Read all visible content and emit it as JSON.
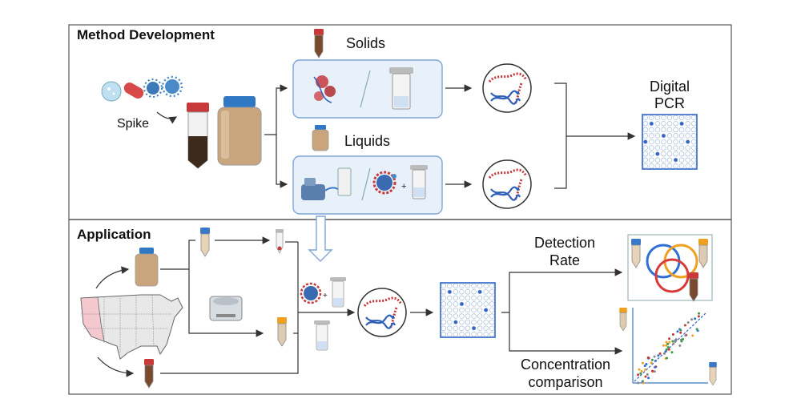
{
  "sections": {
    "top": {
      "title": "Method Development"
    },
    "bottom": {
      "title": "Application"
    }
  },
  "labels": {
    "spike": "Spike",
    "solids": "Solids",
    "liquids": "Liquids",
    "digital_pcr_line1": "Digital",
    "digital_pcr_line2": "PCR",
    "detection_rate_line1": "Detection",
    "detection_rate_line2": "Rate",
    "concentration_line1": "Concentration",
    "concentration_line2": "comparison",
    "plus": "+"
  },
  "colors": {
    "panel_fill": "#e8f0fa",
    "panel_stroke": "#7fa6d6",
    "dpcr_blue": "#2f63c6",
    "dna_red": "#c8343a",
    "dna_blue": "#2d5fb8",
    "us_highlight": "#f3c9cf",
    "venn_blue": "#2f6fd6",
    "venn_orange": "#f0a020",
    "venn_red": "#d83a3a"
  }
}
